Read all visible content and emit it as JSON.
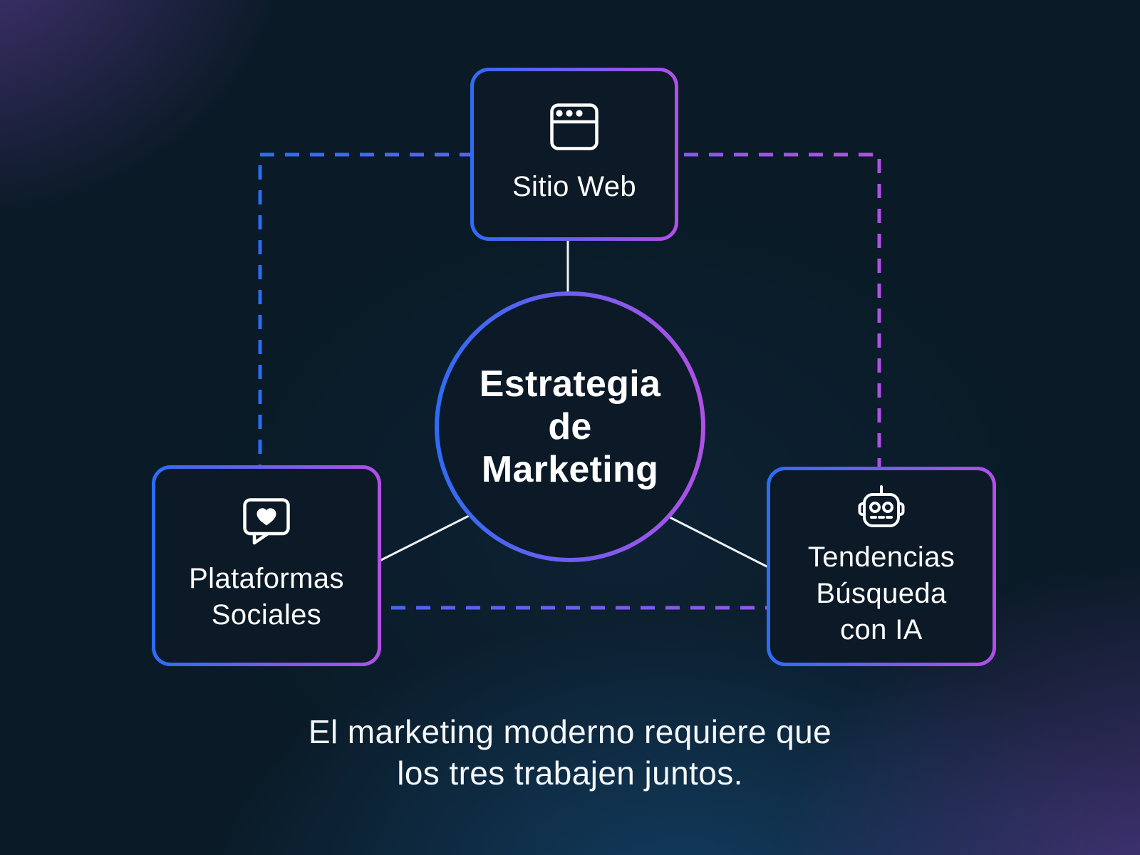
{
  "diagram": {
    "hub": {
      "label": "Estrategia\nde\nMarketing"
    },
    "nodes": [
      {
        "id": "website",
        "label": "Sitio Web",
        "icon": "browser-window-icon"
      },
      {
        "id": "social",
        "label": "Plataformas\nSociales",
        "icon": "chat-heart-icon"
      },
      {
        "id": "ai",
        "label": "Tendencias\nBúsqueda\ncon IA",
        "icon": "robot-icon"
      }
    ],
    "caption": "El marketing moderno requiere que\nlos tres trabajen juntos.",
    "colors": {
      "accent_blue": "#2d6cf6",
      "accent_purple": "#b150e6",
      "node_fill": "#0c1a27",
      "line_color": "#eef2f6",
      "text_color": "#ffffff"
    }
  }
}
